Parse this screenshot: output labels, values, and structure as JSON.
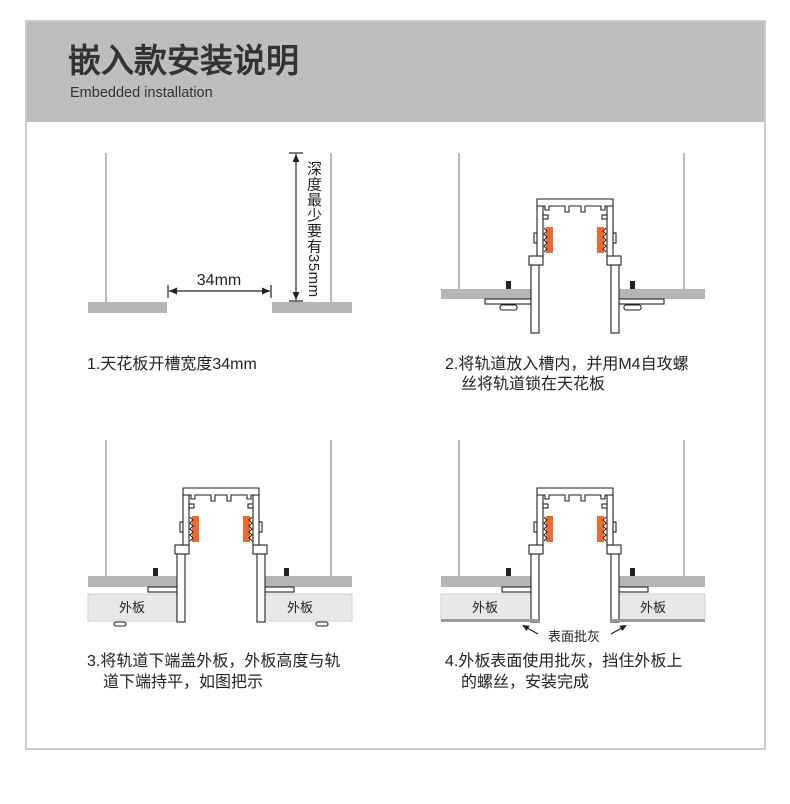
{
  "header": {
    "title": "嵌入款安装说明",
    "subtitle": "Embedded installation"
  },
  "steps": [
    {
      "caption_lines": [
        "1.天花板开槽宽度34mm"
      ],
      "labels": {
        "slot_width": "34mm",
        "min_depth": "深度最少要有35mm"
      }
    },
    {
      "caption_lines": [
        "2.将轨道放入槽内，并用M4自攻螺",
        "丝将轨道锁在天花板"
      ]
    },
    {
      "caption_lines": [
        "3.将轨道下端盖外板，外板高度与轨",
        "道下端持平，如图把示"
      ],
      "labels": {
        "outer_board_left": "外板",
        "outer_board_right": "外板"
      }
    },
    {
      "caption_lines": [
        "4.外板表面使用批灰，挡住外板上",
        "的螺丝，安装完成"
      ],
      "labels": {
        "outer_board_left": "外板",
        "outer_board_right": "外板",
        "surface_putty": "表面批灰"
      }
    }
  ],
  "colors": {
    "header_band": "#bdbdbd",
    "card_border": "#cccccc",
    "ceiling_board": "#b5b5b5",
    "outer_board": "#e8e8e8",
    "clip": "#ec6a2f",
    "line": "#222222",
    "wire": "#a3a3a3",
    "putty": "#9a9a9a"
  }
}
